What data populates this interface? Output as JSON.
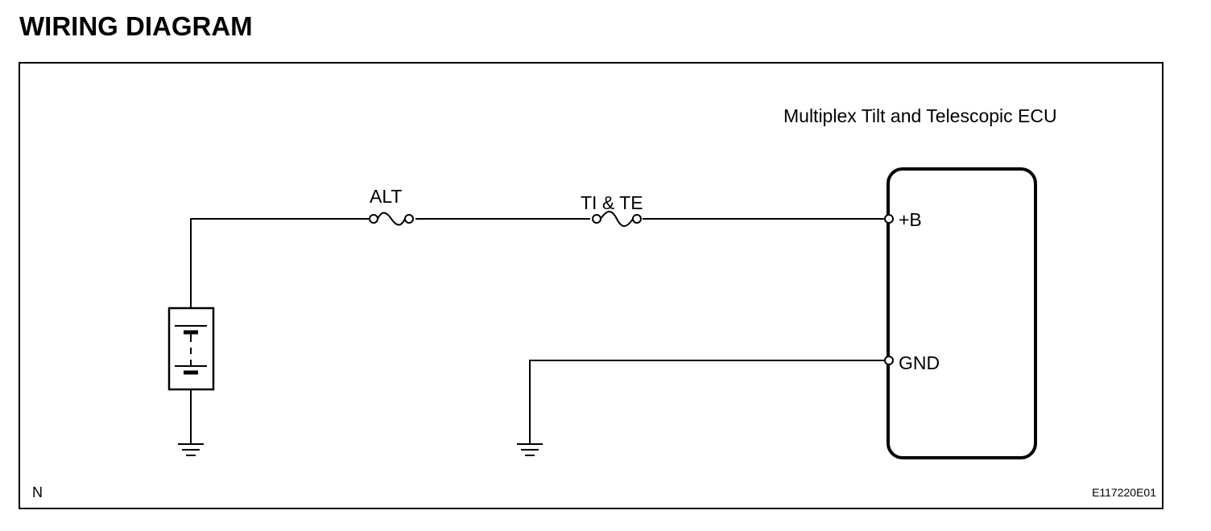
{
  "title": "WIRING DIAGRAM",
  "ecu": {
    "name": "Multiplex Tilt and Telescopic ECU",
    "terminals": {
      "plus_b": "+B",
      "gnd": "GND"
    }
  },
  "fuses": {
    "alt": "ALT",
    "ti_te": "TI & TE"
  },
  "footer": {
    "left_code": "N",
    "figure_id": "E117220E01"
  },
  "colors": {
    "line": "#000000",
    "background": "#ffffff"
  },
  "icons": [
    "battery-icon",
    "ground-icon",
    "fuse-icon",
    "terminal-icon"
  ]
}
